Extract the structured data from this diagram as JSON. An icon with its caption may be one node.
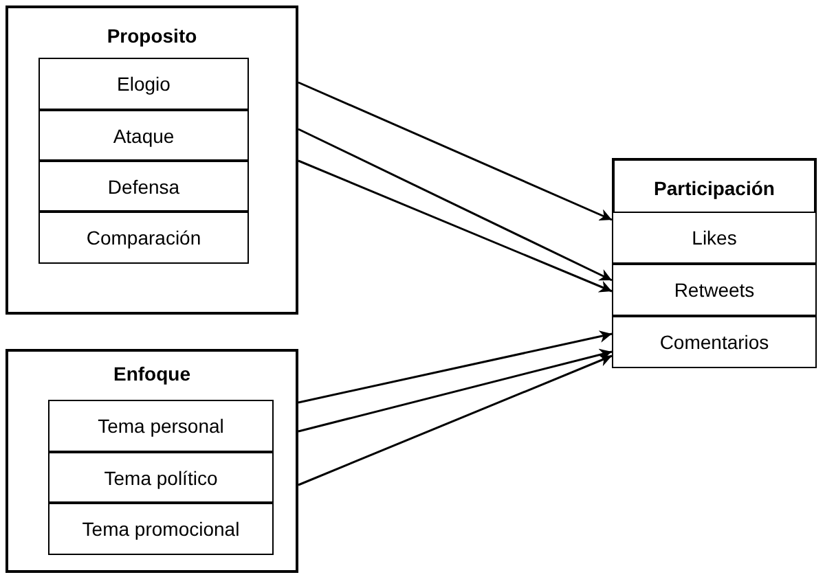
{
  "diagram": {
    "nodes": [
      {
        "text": [
          "Proposito"
        ]
      },
      {
        "text": [
          "Elogio"
        ],
        "in": 0
      },
      {
        "text": [
          "Ataque"
        ],
        "in": 0
      },
      {
        "text": [
          "Defensa"
        ],
        "in": 0
      },
      {
        "text": [
          "Comparación"
        ],
        "in": 0
      },
      {
        "text": [
          "Enfoque"
        ]
      },
      {
        "text": [
          "Tema personal"
        ],
        "in": 5
      },
      {
        "text": [
          "Tema político"
        ],
        "in": 5
      },
      {
        "text": [
          "Tema promocional"
        ],
        "in": 5
      },
      {
        "text": [
          "Participación"
        ]
      },
      {
        "text": [
          "Likes"
        ],
        "in": 9
      },
      {
        "text": [
          "Retweets"
        ],
        "in": 9
      },
      {
        "text": [
          "Comentarios"
        ],
        "in": 9
      }
    ],
    "edges": [
      {
        "from": 0,
        "to": 9,
        "arrow": "to"
      },
      {
        "from": 0,
        "to": 9,
        "arrow": "to"
      },
      {
        "from": 0,
        "to": 9,
        "arrow": "to"
      },
      {
        "from": 5,
        "to": 9,
        "arrow": "to"
      },
      {
        "from": 5,
        "to": 9,
        "arrow": "to"
      },
      {
        "from": 5,
        "to": 9,
        "arrow": "to"
      }
    ]
  }
}
